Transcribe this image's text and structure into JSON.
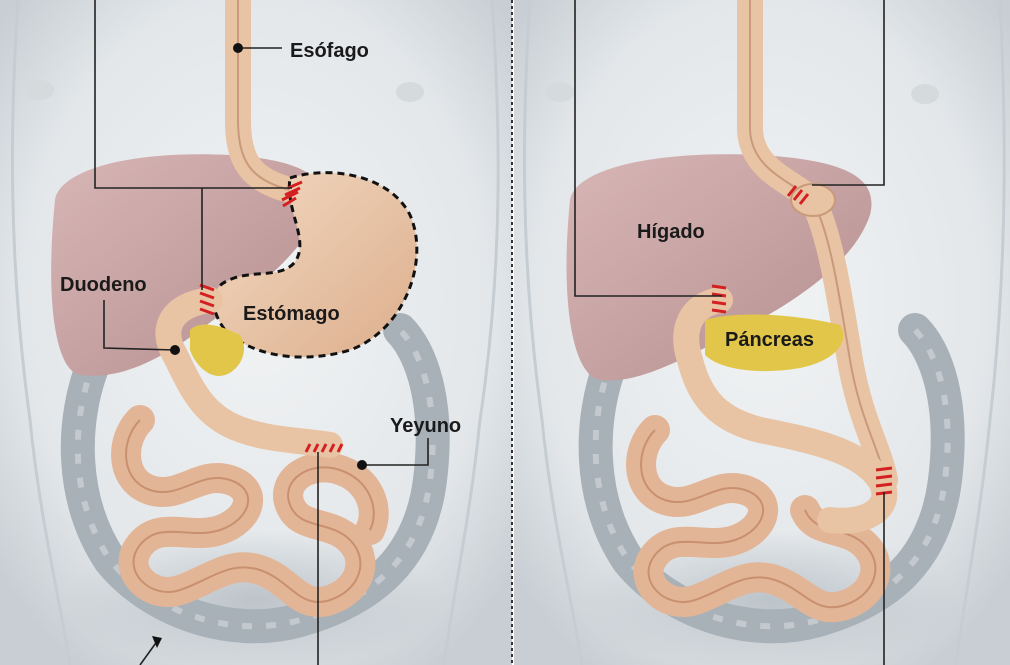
{
  "diagram": {
    "left_panel": {
      "labels": {
        "esophagus": "Esófago",
        "duodenum": "Duodeno",
        "stomach": "Estómago",
        "jejunum": "Yeyuno"
      }
    },
    "right_panel": {
      "labels": {
        "liver": "Hígado",
        "pancreas": "Páncreas"
      }
    },
    "colors": {
      "skin": "#e9ecee",
      "liver": "#c9a4a4",
      "organ": "#e8c4a4",
      "pancreas": "#e2c64a",
      "colon": "#a8b0b8",
      "suture": "#d42020",
      "line": "#222222"
    }
  }
}
